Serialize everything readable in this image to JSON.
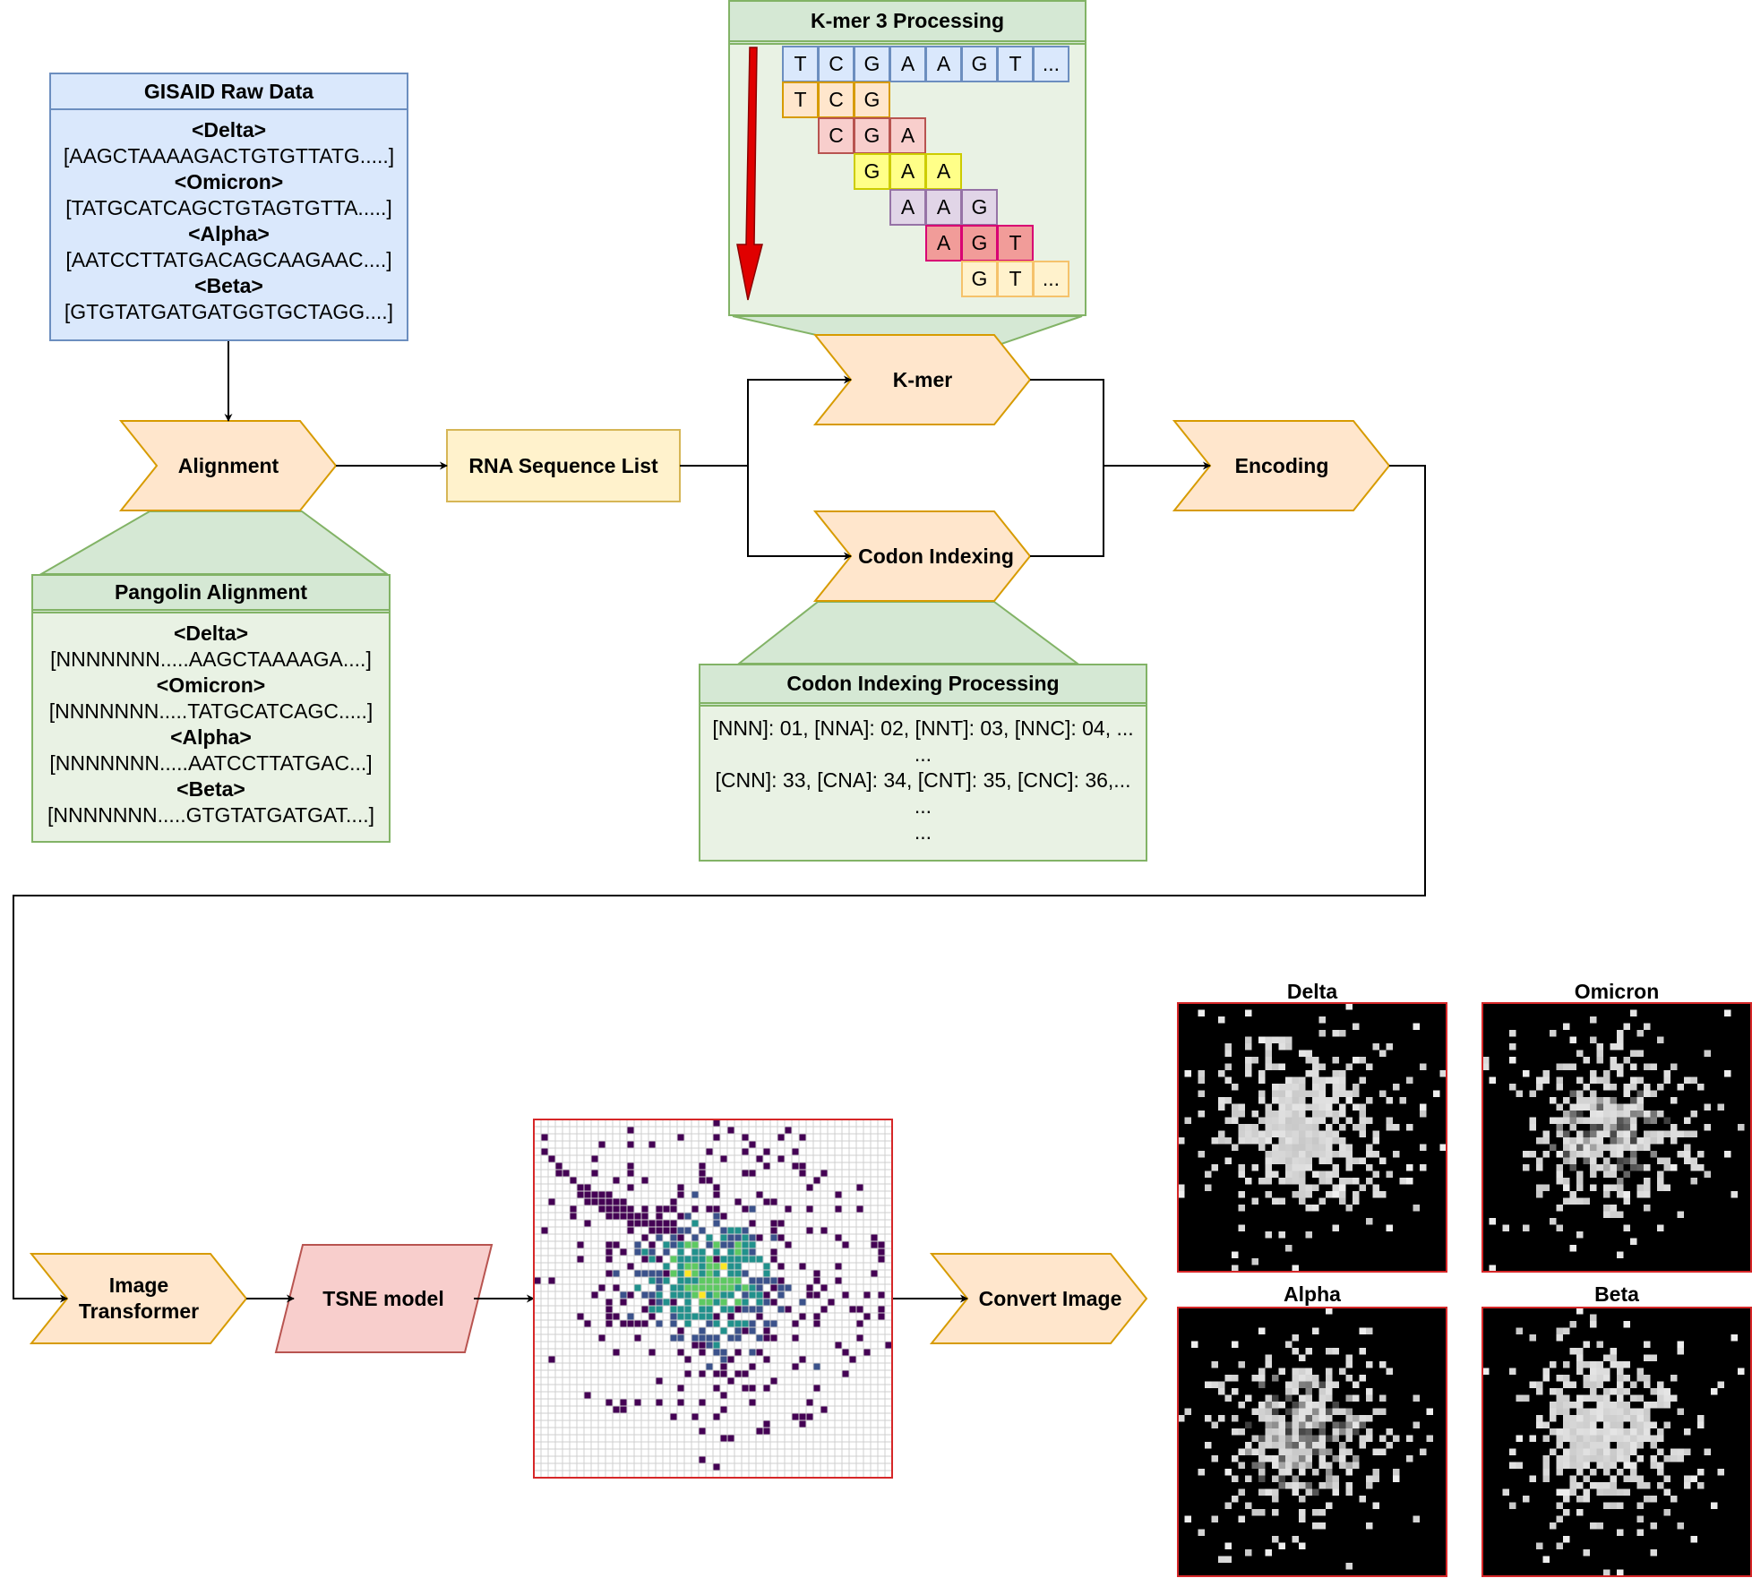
{
  "gisaid": {
    "title": "GISAID Raw Data",
    "entries": [
      {
        "label": "<Delta>",
        "seq": "[AAGCTAAAAGACTGTGTTATG.....]"
      },
      {
        "label": "<Omicron>",
        "seq": "[TATGCATCAGCTGTAGTGTTA.....]"
      },
      {
        "label": "<Alpha>",
        "seq": "[AATCCTTATGACAGCAAGAAC....]"
      },
      {
        "label": "<Beta>",
        "seq": "[GTGTATGATGATGGTGCTAGG....]"
      }
    ]
  },
  "pangolin": {
    "title": "Pangolin Alignment",
    "entries": [
      {
        "label": "<Delta>",
        "seq": "[NNNNNNN.....AAGCTAAAAGA....]"
      },
      {
        "label": "<Omicron>",
        "seq": "[NNNNNNN.....TATGCATCAGC.....]"
      },
      {
        "label": "<Alpha>",
        "seq": "[NNNNNNN.....AATCCTTATGAC...]"
      },
      {
        "label": "<Beta>",
        "seq": "[NNNNNNN.....GTGTATGATGAT....]"
      }
    ]
  },
  "kmer_processing": {
    "title": "K-mer 3 Processing",
    "sequence": [
      "T",
      "C",
      "G",
      "A",
      "A",
      "G",
      "T",
      "..."
    ],
    "windows": [
      [
        "T",
        "C",
        "G"
      ],
      [
        "C",
        "G",
        "A"
      ],
      [
        "G",
        "A",
        "A"
      ],
      [
        "A",
        "A",
        "G"
      ],
      [
        "A",
        "G",
        "T"
      ],
      [
        "G",
        "T",
        "..."
      ]
    ]
  },
  "codon_processing": {
    "title": "Codon Indexing Processing",
    "lines": [
      "[NNN]: 01, [NNA]: 02, [NNT]: 03, [NNC]: 04, ...",
      "...",
      "[CNN]: 33, [CNA]: 34, [CNT]: 35, [CNC]: 36,...",
      "...",
      "..."
    ]
  },
  "steps": {
    "alignment": "Alignment",
    "rna_list": "RNA Sequence List",
    "kmer": "K-mer",
    "codon": "Codon Indexing",
    "encoding": "Encoding",
    "image_transformer": "Image\nTransformer",
    "tsne": "TSNE model",
    "convert": "Convert Image"
  },
  "output_panels": [
    "Delta",
    "Omicron",
    "Alpha",
    "Beta"
  ],
  "colors": {
    "process_fill": "#ffe6cc",
    "process_stroke": "#d79b00",
    "list_fill": "#fff2cc",
    "list_stroke": "#d6b656",
    "tsne_fill": "#f8cecc",
    "tsne_stroke": "#b85450",
    "panel_border": "#d62728",
    "arrow_red": "#e00000"
  }
}
